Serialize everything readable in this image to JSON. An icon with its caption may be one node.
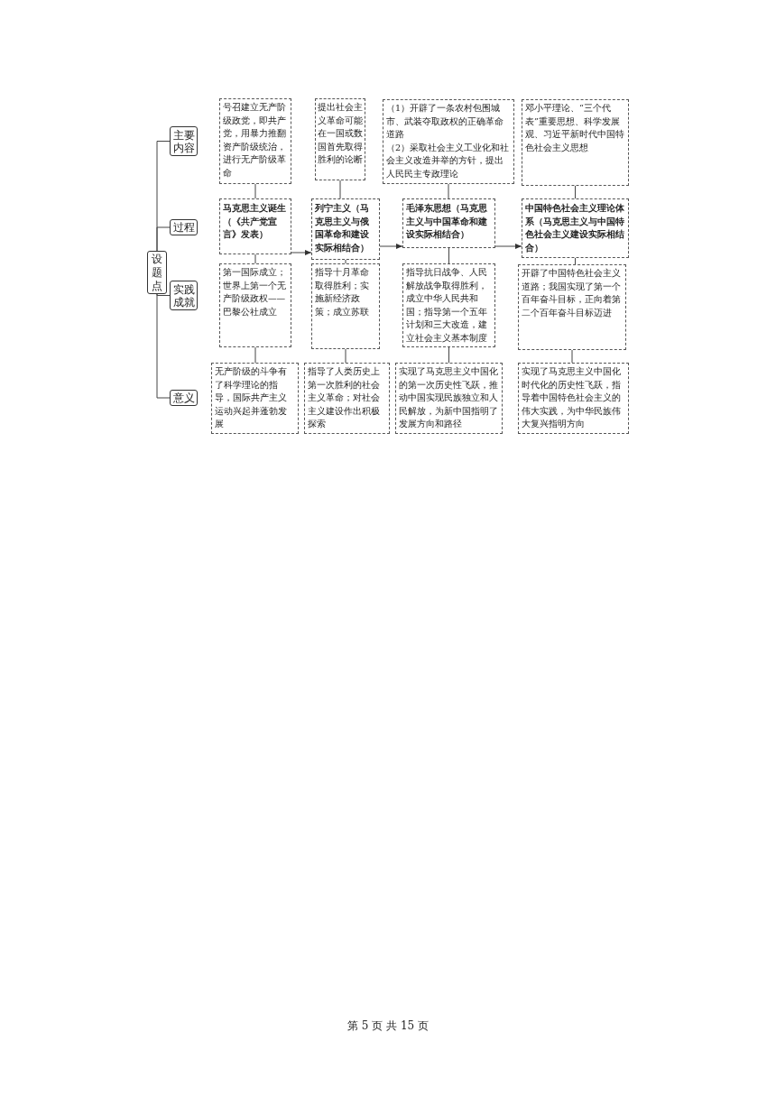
{
  "diagram": {
    "nodes": [
      {
        "text": [
          "设题点"
        ]
      },
      {
        "text": [
          "主要内容"
        ]
      },
      {
        "text": [
          "过程"
        ]
      },
      {
        "text": [
          "实践成就"
        ]
      },
      {
        "text": [
          "意义"
        ]
      },
      {
        "text": [
          "号召建立无产阶级政党，即共产党，用暴力推翻资产阶级统治，进行无产阶级革命"
        ]
      },
      {
        "text": [
          "马克思主义诞生（《共产党宣言》发表）"
        ]
      },
      {
        "text": [
          "第一国际成立；世界上第一个无产阶级政权——巴黎公社成立"
        ]
      },
      {
        "text": [
          "无产阶级的斗争有了科学理论的指导，国际共产主义运动兴起并蓬勃发展"
        ]
      },
      {
        "text": [
          "提出社会主义革命可能在一国或数国首先取得胜利的论断"
        ]
      },
      {
        "text": [
          "列宁主义（马克思主义与俄国革命和建设实际相结合）"
        ]
      },
      {
        "text": [
          "指导十月革命取得胜利；实施新经济政策；成立苏联"
        ]
      },
      {
        "text": [
          "指导了人类历史上第一次胜利的社会主义革命；对社会主义建设作出积极探索"
        ]
      },
      {
        "text": [
          "（1）开辟了一条农村包围城市、武装夺取政权的正确革命道路",
          "（2）采取社会主义工业化和社会主义改造并举的方针，提出人民民主专政理论"
        ]
      },
      {
        "text": [
          "毛泽东思想（马克思主义与中国革命和建设实际相结合）"
        ]
      },
      {
        "text": [
          "指导抗日战争、人民解放战争取得胜利，成立中华人民共和国；指导第一个五年计划和三大改造，建立社会主义基本制度"
        ]
      },
      {
        "text": [
          "实现了马克思主义中国化的第一次历史性飞跃，推动中国实现民族独立和人民解放，为新中国指明了发展方向和路径"
        ]
      },
      {
        "text": [
          "邓小平理论、“三个代表”重要思想、科学发展观、习近平新时代中国特色社会主义思想"
        ]
      },
      {
        "text": [
          "中国特色社会主义理论体系（马克思主义与中国特色社会主义建设实际相结合）"
        ]
      },
      {
        "text": [
          "开辟了中国特色社会主义道路；我国实现了第一个百年奋斗目标，正向着第二个百年奋斗目标迈进"
        ]
      },
      {
        "text": [
          "实现了马克思主义中国化时代化的历史性飞跃，指导着中国特色社会主义的伟大实践，为中华民族伟大复兴指明方向"
        ]
      }
    ],
    "edges": [
      {
        "from": 0,
        "to": 1,
        "arrow": "none"
      },
      {
        "from": 0,
        "to": 2,
        "arrow": "none"
      },
      {
        "from": 0,
        "to": 3,
        "arrow": "none"
      },
      {
        "from": 0,
        "to": 4,
        "arrow": "none"
      },
      {
        "from": 5,
        "to": 6,
        "arrow": "none"
      },
      {
        "from": 6,
        "to": 7,
        "arrow": "none"
      },
      {
        "from": 7,
        "to": 8,
        "arrow": "none"
      },
      {
        "from": 9,
        "to": 10,
        "arrow": "none"
      },
      {
        "from": 10,
        "to": 11,
        "arrow": "none"
      },
      {
        "from": 11,
        "to": 12,
        "arrow": "none"
      },
      {
        "from": 13,
        "to": 14,
        "arrow": "none"
      },
      {
        "from": 14,
        "to": 15,
        "arrow": "none"
      },
      {
        "from": 15,
        "to": 16,
        "arrow": "none"
      },
      {
        "from": 17,
        "to": 18,
        "arrow": "none"
      },
      {
        "from": 18,
        "to": 19,
        "arrow": "none"
      },
      {
        "from": 19,
        "to": 20,
        "arrow": "none"
      },
      {
        "from": 6,
        "to": 10,
        "arrow": "to"
      },
      {
        "from": 10,
        "to": 14,
        "arrow": "to"
      },
      {
        "from": 14,
        "to": 18,
        "arrow": "to"
      }
    ],
    "labels": [
      "第 5 页 共 15 页"
    ]
  }
}
